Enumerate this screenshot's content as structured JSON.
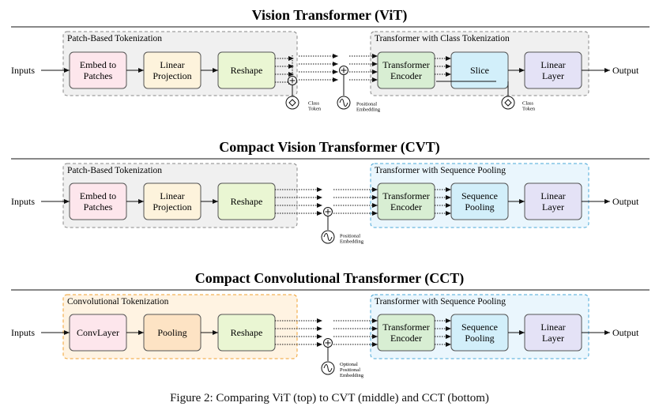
{
  "colors": {
    "embed": "#fde6ec",
    "linear_proj": "#fdf3dc",
    "reshape": "#eaf6d3",
    "conv": "#fde6ec",
    "pooling": "#fde3c4",
    "encoder": "#d8eed3",
    "slice": "#d2effa",
    "seqpool": "#d2effa",
    "linear_layer": "#e4e2f6",
    "gray_group": "#f0f0f0",
    "blue_group": "#eaf6fd",
    "orange_group": "#fff3e2",
    "blue_border": "#4aa8d8",
    "orange_border": "#f0a030"
  },
  "sections": [
    {
      "title": "Vision Transformer (ViT)",
      "tokenization_group": "Patch-Based Tokenization",
      "transformer_group": "Transformer with Class Tokenization",
      "inputs_label": "Inputs",
      "output_label": "Output",
      "boxes": [
        {
          "lines": [
            "Embed to",
            "Patches"
          ]
        },
        {
          "lines": [
            "Linear",
            "Projection"
          ]
        },
        {
          "lines": [
            "Reshape"
          ]
        },
        {
          "lines": [
            "Transformer",
            "Encoder"
          ]
        },
        {
          "lines": [
            "Slice"
          ]
        },
        {
          "lines": [
            "Linear",
            "Layer"
          ]
        }
      ],
      "notes": [
        {
          "lines": [
            "Class",
            "Token"
          ]
        },
        {
          "lines": [
            "Positional",
            "Embedding"
          ]
        },
        {
          "lines": [
            "Class",
            "Token"
          ]
        }
      ]
    },
    {
      "title": "Compact Vision Transformer (CVT)",
      "tokenization_group": "Patch-Based Tokenization",
      "transformer_group": "Transformer with Sequence Pooling",
      "inputs_label": "Inputs",
      "output_label": "Output",
      "boxes": [
        {
          "lines": [
            "Embed to",
            "Patches"
          ]
        },
        {
          "lines": [
            "Linear",
            "Projection"
          ]
        },
        {
          "lines": [
            "Reshape"
          ]
        },
        {
          "lines": [
            "Transformer",
            "Encoder"
          ]
        },
        {
          "lines": [
            "Sequence",
            "Pooling"
          ]
        },
        {
          "lines": [
            "Linear",
            "Layer"
          ]
        }
      ],
      "notes": [
        {
          "lines": [
            "Positional",
            "Embedding"
          ]
        }
      ]
    },
    {
      "title": "Compact Convolutional Transformer (CCT)",
      "tokenization_group": "Convolutional Tokenization",
      "transformer_group": "Transformer with Sequence Pooling",
      "inputs_label": "Inputs",
      "output_label": "Output",
      "boxes": [
        {
          "lines": [
            "ConvLayer"
          ]
        },
        {
          "lines": [
            "Pooling"
          ]
        },
        {
          "lines": [
            "Reshape"
          ]
        },
        {
          "lines": [
            "Transformer",
            "Encoder"
          ]
        },
        {
          "lines": [
            "Sequence",
            "Pooling"
          ]
        },
        {
          "lines": [
            "Linear",
            "Layer"
          ]
        }
      ],
      "notes": [
        {
          "lines": [
            "Optional",
            "Positional",
            "Embedding"
          ]
        }
      ]
    }
  ],
  "caption": "Figure 2: Comparing ViT (top) to CVT (middle) and CCT (bottom)"
}
